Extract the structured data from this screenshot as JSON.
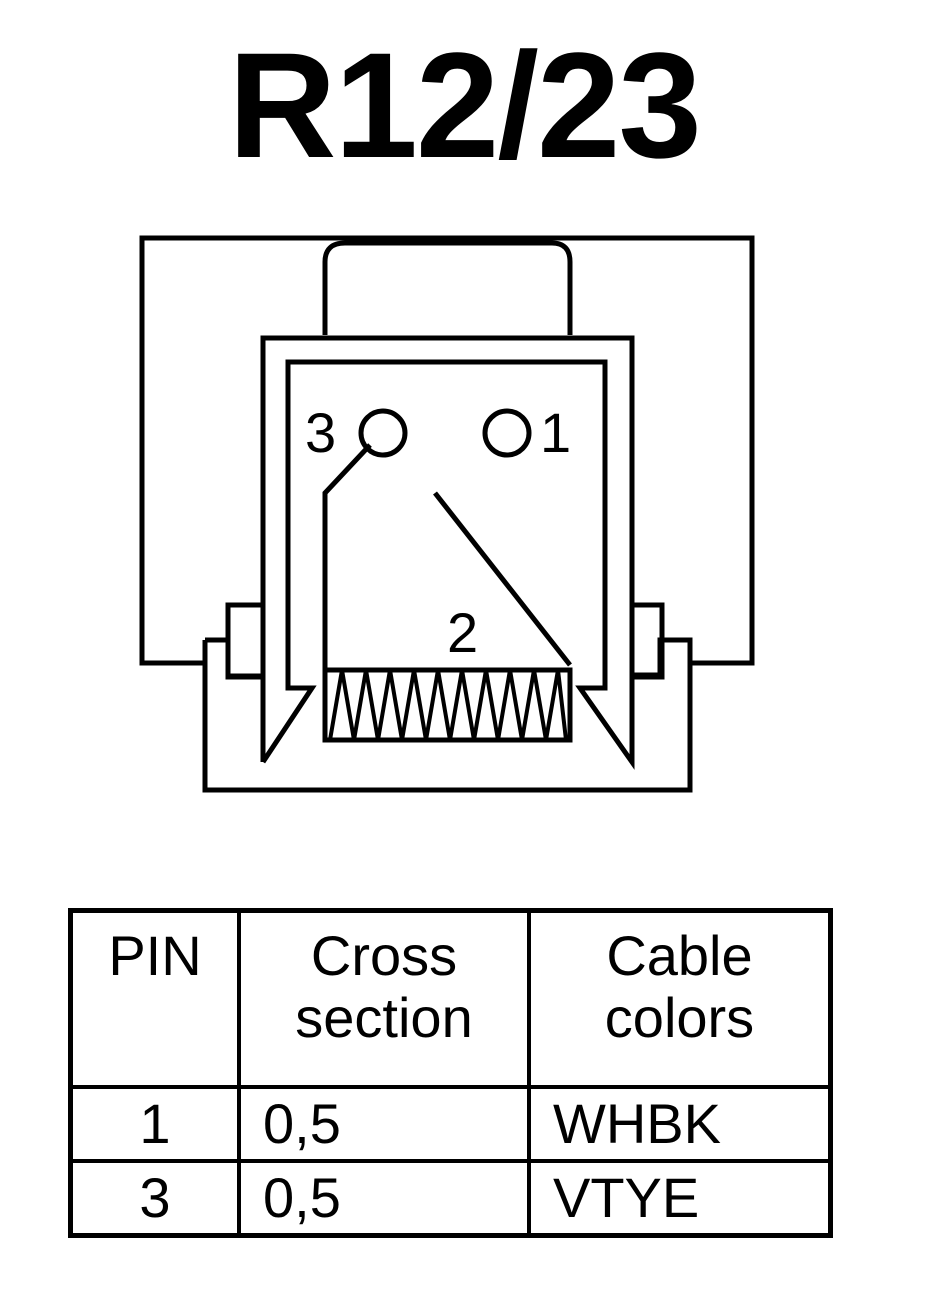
{
  "title": "R12/23",
  "connector": {
    "pins": [
      {
        "number": "3"
      },
      {
        "number": "1"
      },
      {
        "number": "2"
      }
    ]
  },
  "table": {
    "headers": {
      "pin": "PIN",
      "cross_section": [
        "Cross",
        "section"
      ],
      "cable_colors": [
        "Cable",
        "colors"
      ]
    },
    "rows": [
      {
        "pin": "1",
        "cross_section": "0,5",
        "cable_color": "WHBK"
      },
      {
        "pin": "3",
        "cross_section": "0,5",
        "cable_color": "VTYE"
      }
    ]
  }
}
